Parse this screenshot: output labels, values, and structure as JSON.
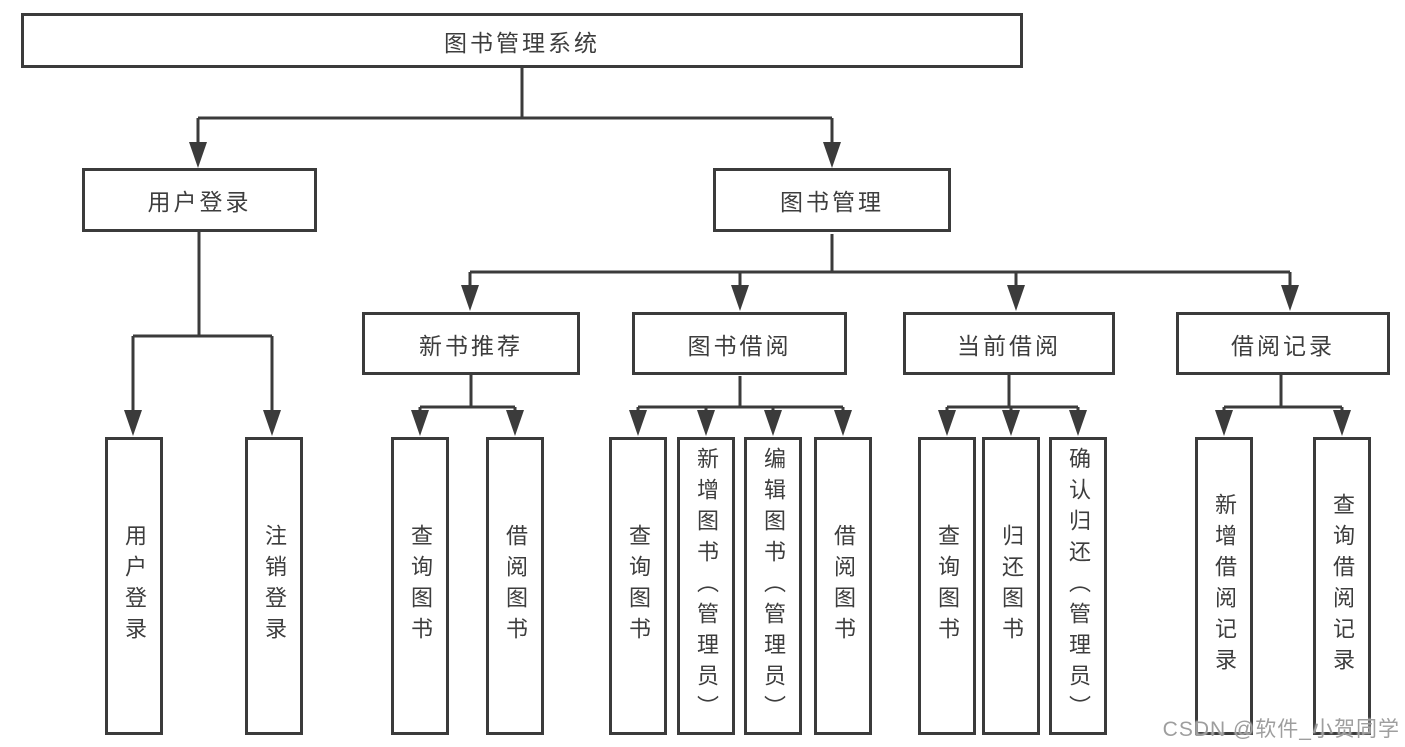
{
  "diagram": {
    "root": {
      "label": "图书管理系统"
    },
    "branches": [
      {
        "label": "用户登录",
        "children": [
          {
            "label": "用户登录"
          },
          {
            "label": "注销登录"
          }
        ]
      },
      {
        "label": "图书管理",
        "children": [
          {
            "label": "新书推荐",
            "children": [
              {
                "label": "查询图书"
              },
              {
                "label": "借阅图书"
              }
            ]
          },
          {
            "label": "图书借阅",
            "children": [
              {
                "label": "查询图书"
              },
              {
                "label": "新增图书（管理员）"
              },
              {
                "label": "编辑图书（管理员）"
              },
              {
                "label": "借阅图书"
              }
            ]
          },
          {
            "label": "当前借阅",
            "children": [
              {
                "label": "查询图书"
              },
              {
                "label": "归还图书"
              },
              {
                "label": "确认归还（管理员）"
              }
            ]
          },
          {
            "label": "借阅记录",
            "children": [
              {
                "label": "新增借阅记录"
              },
              {
                "label": "查询借阅记录"
              }
            ]
          }
        ]
      }
    ]
  },
  "watermark": "CSDN @软件_小贺同学",
  "colors": {
    "line": "#3b3b3b",
    "text": "#3d3d3d",
    "background": "#ffffff",
    "watermark": "#9e9e9e"
  }
}
